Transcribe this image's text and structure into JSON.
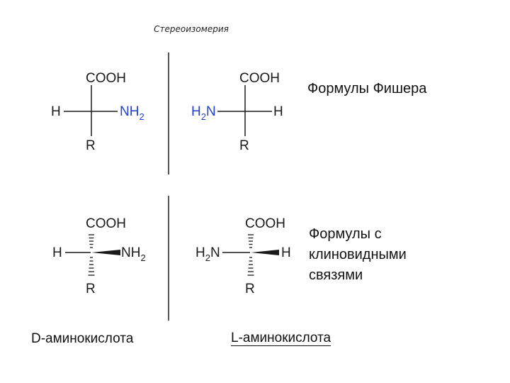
{
  "title": "Стереоизомерия",
  "labels": {
    "fischer": "Формулы Фишера",
    "wedge": [
      "Формулы с",
      "клиновидными",
      "связями"
    ]
  },
  "captions": {
    "d": "D-аминокислота",
    "l": "L-аминокислота"
  },
  "atoms": {
    "cooh": "COOH",
    "h": "H",
    "nh": "NH",
    "sub2": "2",
    "r": "R",
    "n": "N"
  },
  "colors": {
    "text": "#1a1a1a",
    "amino_blue": "#1f3fd6",
    "divider": "#555555"
  }
}
